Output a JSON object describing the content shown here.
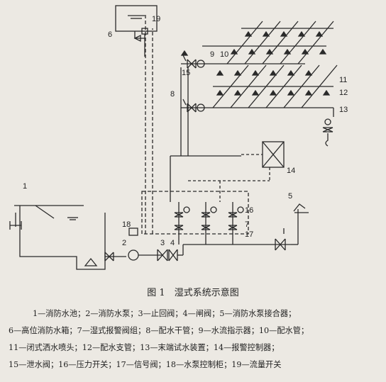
{
  "figure": {
    "caption": "图 1　湿式系统示意图"
  },
  "callouts": [
    "1",
    "2",
    "3",
    "4",
    "5",
    "6",
    "7",
    "8",
    "9",
    "10",
    "11",
    "12",
    "13",
    "14",
    "15",
    "16",
    "17",
    "18",
    "19"
  ],
  "legend_lines": [
    "1—消防水池；2—消防水泵；3—止回阀；4—闸阀；5—消防水泵接合器；",
    "6—高位消防水箱；7—湿式报警阀组；8—配水干管；9—水流指示器；10—配水管；",
    "11—闭式洒水喷头；12—配水支管；13—末端试水装置；14—报警控制器；",
    "15—泄水阀；16—压力开关；17—信号阀；18—水泵控制柜；19—流量开关"
  ]
}
